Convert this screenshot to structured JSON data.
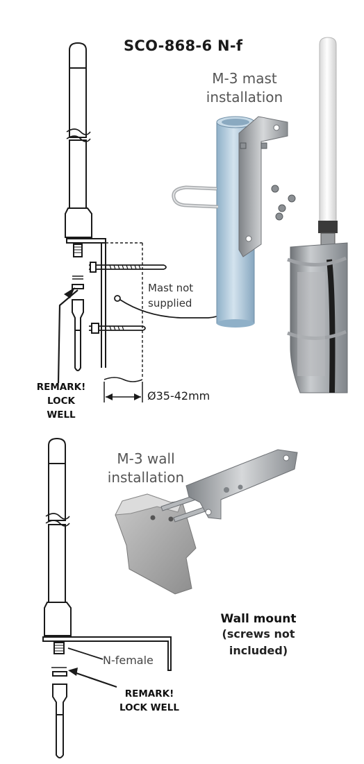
{
  "title": "SCO-868-6 N-f",
  "mast": {
    "caption_line1": "M-3 mast",
    "caption_line2": "installation",
    "note_line1": "Mast not",
    "note_line2": "supplied",
    "diameter": "Ø35-42mm",
    "remark_line1": "REMARK!",
    "remark_line2": "LOCK",
    "remark_line3": "WELL"
  },
  "wall": {
    "caption_line1": "M-3 wall",
    "caption_line2": "installation",
    "connector": "N-female",
    "remark_line1": "REMARK!",
    "remark_line2": "LOCK WELL",
    "mount_title": "Wall mount",
    "mount_sub_line1": "(screws not",
    "mount_sub_line2": "included)"
  },
  "colors": {
    "steel": "#b9bcc0",
    "mast_blue": "#a9c3d6",
    "radome": "#f2f2f2",
    "line": "#1a1a1a"
  }
}
